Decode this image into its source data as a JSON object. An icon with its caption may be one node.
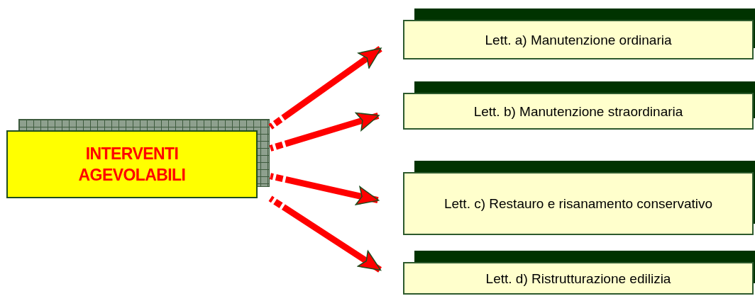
{
  "diagram": {
    "nodes": [
      {
        "text": [
          "INTERVENTI AGEVOLABILI"
        ]
      },
      {
        "text": [
          "Lett. a) Manutenzione ordinaria"
        ]
      },
      {
        "text": [
          "Lett. b) Manutenzione straordinaria"
        ]
      },
      {
        "text": [
          "Lett. c) Restauro e risanamento conservativo"
        ]
      },
      {
        "text": [
          "Lett. d) Ristrutturazione edilizia"
        ]
      }
    ],
    "edges": [
      {
        "from": 0,
        "to": 1,
        "arrow": "to"
      },
      {
        "from": 0,
        "to": 2,
        "arrow": "to"
      },
      {
        "from": 0,
        "to": 3,
        "arrow": "to"
      },
      {
        "from": 0,
        "to": 4,
        "arrow": "to"
      }
    ]
  }
}
